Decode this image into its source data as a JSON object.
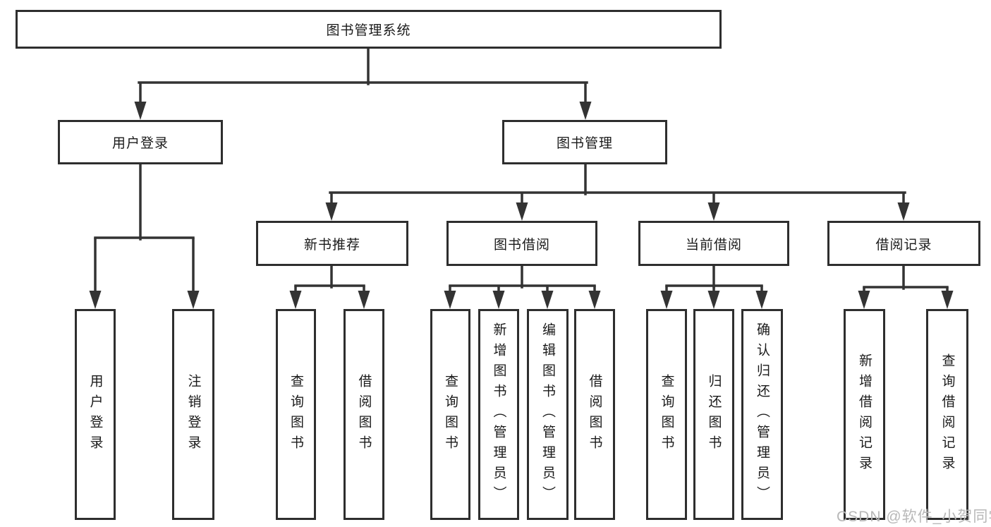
{
  "colors": {
    "line": "#333333",
    "box_border": "#2e2e2e",
    "box_fill": "#ffffff",
    "label_text": "#1a1a1a",
    "watermark_text": "#b8b8b8",
    "background": "#ffffff"
  },
  "watermark": {
    "text": "CSDN @软件_小贺同学"
  },
  "diagram": {
    "type": "functional-structure-tree",
    "tree": {
      "id": "library-mgmt-system",
      "label": "图书管理系统",
      "children": [
        {
          "id": "user-login",
          "label": "用户登录",
          "children": [
            {
              "id": "user-login-action",
              "label": "用户登录"
            },
            {
              "id": "logout-action",
              "label": "注销登录"
            }
          ]
        },
        {
          "id": "book-mgmt",
          "label": "图书管理",
          "children": [
            {
              "id": "new-book-recommend",
              "label": "新书推荐",
              "children": [
                {
                  "id": "recommend-query-books",
                  "label": "查询图书"
                },
                {
                  "id": "recommend-borrow-books",
                  "label": "借阅图书"
                }
              ]
            },
            {
              "id": "book-borrow",
              "label": "图书借阅",
              "children": [
                {
                  "id": "borrow-query-books",
                  "label": "查询图书"
                },
                {
                  "id": "borrow-add-books-admin",
                  "label": "新增图书（管理员）"
                },
                {
                  "id": "borrow-edit-books-admin",
                  "label": "编辑图书（管理员）"
                },
                {
                  "id": "borrow-borrow-books",
                  "label": "借阅图书"
                }
              ]
            },
            {
              "id": "current-borrow",
              "label": "当前借阅",
              "children": [
                {
                  "id": "current-query-books",
                  "label": "查询图书"
                },
                {
                  "id": "current-return-books",
                  "label": "归还图书"
                },
                {
                  "id": "current-confirm-return-admin",
                  "label": "确认归还（管理员）"
                }
              ]
            },
            {
              "id": "borrow-records",
              "label": "借阅记录",
              "children": [
                {
                  "id": "records-add-borrow-record",
                  "label": "新增借阅记录"
                },
                {
                  "id": "records-query-borrow-record",
                  "label": "查询借阅记录"
                }
              ]
            }
          ]
        }
      ]
    }
  }
}
